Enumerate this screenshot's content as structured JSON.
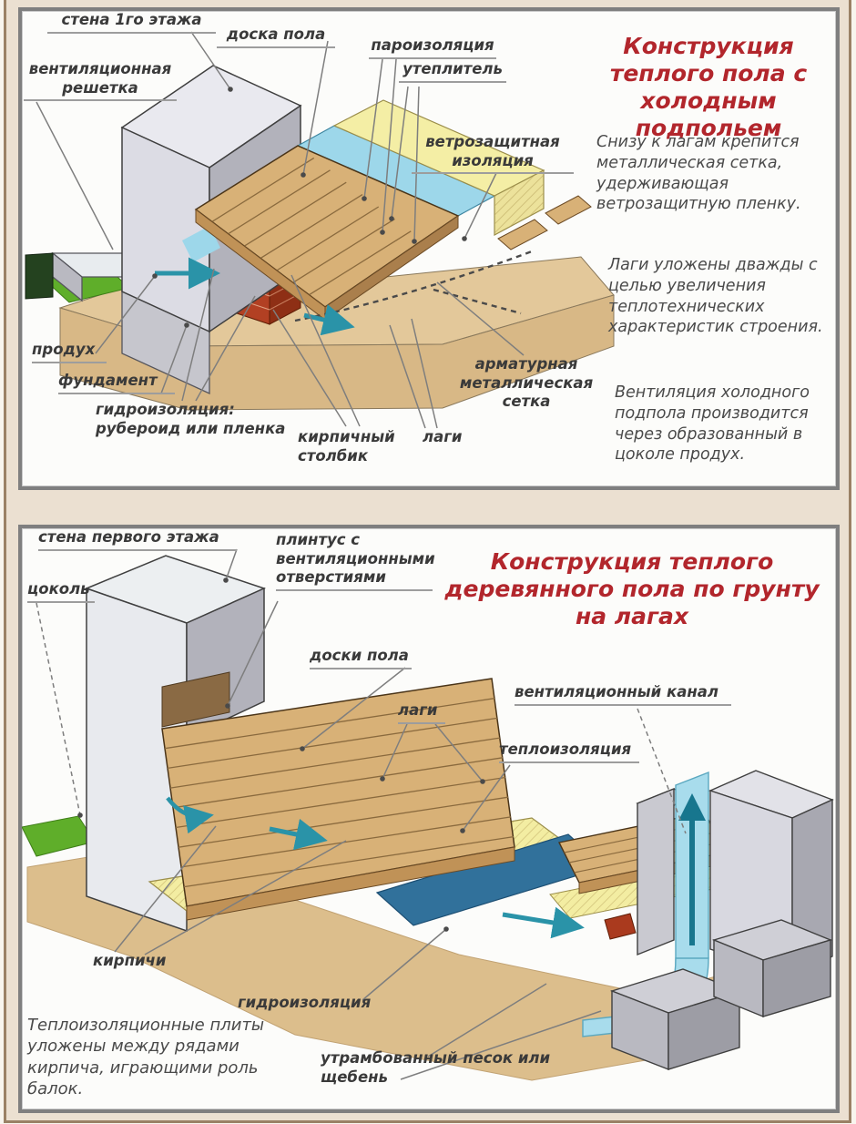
{
  "colors": {
    "page_background": "#ebe0d1",
    "frame_border": "#9a8165",
    "panel_border": "#7f7f7f",
    "title_red": "#b2262c",
    "label_text": "#3a3a3a",
    "body_text": "#4a4a4a",
    "wood": "#d8b177",
    "wood_seam": "#8a6a3e",
    "insulation_yellow": "#f4eea5",
    "vapor_blue": "#9dd7ea",
    "hydro_blue": "#31719b",
    "brick_red": "#aa3a1e",
    "wall_gray": "#b2b2bb",
    "ground_sand": "#e3c89a",
    "grass_green": "#5fae2a",
    "arrow_teal": "#2a93a8"
  },
  "panel1": {
    "title": "Конструкция\nтеплого пола с\nхолодным  подпольем",
    "labels": {
      "wall": "стена 1го этажа",
      "floor_board": "доска пола",
      "vapor_barrier": "пароизоляция",
      "insulation": "утеплитель",
      "wind_insulation": "ветрозащитная\nизоляция",
      "vent_grille": "вентиляционная\nрешетка",
      "vent_hole": "продух",
      "foundation": "фундамент",
      "hydro": "гидроизоляция:\nрубероид или пленка",
      "brick_post": "кирпичный\nстолбик",
      "joists": "лаги",
      "mesh": "арматурная\nметаллическая\nсетка"
    },
    "paragraphs": [
      "Снизу к лагам крепится\nметаллическая сетка,\nудерживающая\nветрозащитную пленку.",
      "Лаги уложены дважды с\nцелью увеличения\nтеплотехнических\nхарактеристик строения.",
      "Вентиляция холодного\nподпола производится\nчерез образованный в\nцоколе продух."
    ]
  },
  "panel2": {
    "title": "Конструкция теплого\nдеревянного пола по грунту\nна лагах",
    "labels": {
      "wall": "стена первого этажа",
      "plinth": "плинтус с\nвентиляционными\nотверстиями",
      "socle": "цоколь",
      "floor_boards": "доски пола",
      "joists": "лаги",
      "vent_channel": "вентиляционный канал",
      "thermal_insulation": "теплоизоляция",
      "bricks": "кирпичи",
      "hydro": "гидроизоляция",
      "sand": "утрамбованный песок или\nщебень"
    },
    "note": "Теплоизоляционные плиты\nуложены между рядами\nкирпича, играющими роль\nбалок."
  }
}
